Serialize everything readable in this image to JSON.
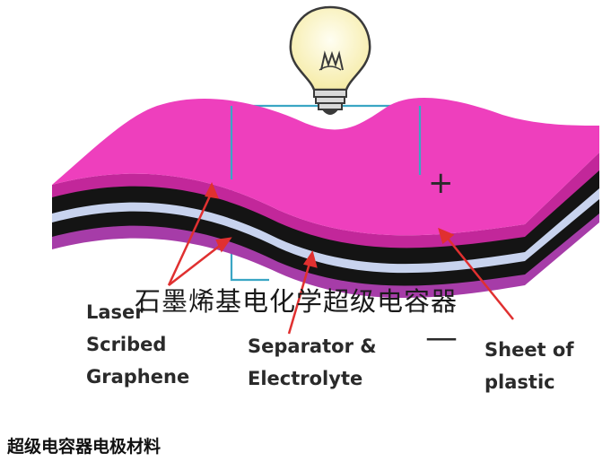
{
  "labels": {
    "laser_line1": "Laser",
    "laser_line2": "Scribed",
    "laser_line3": "Graphene",
    "separator_line1": "Separator &",
    "separator_line2": "Electrolyte",
    "sheet_line1": "Sheet of",
    "sheet_line2": "plastic",
    "plus": "+",
    "minus": "—"
  },
  "watermark_text": "石墨烯基电化学超级电容器",
  "caption": "超级电容器电极材料",
  "colors": {
    "top_layer": "#ee3fbd",
    "top_layer_edge": "#c2279a",
    "graphene": "#141414",
    "separator": "#c8d3ee",
    "bottom_plastic": "#a63ca8",
    "wire": "#3aa6c4",
    "arrow": "#e03030",
    "bulb_glass": "#fdf6c6",
    "bulb_base": "#d9d9d9"
  }
}
